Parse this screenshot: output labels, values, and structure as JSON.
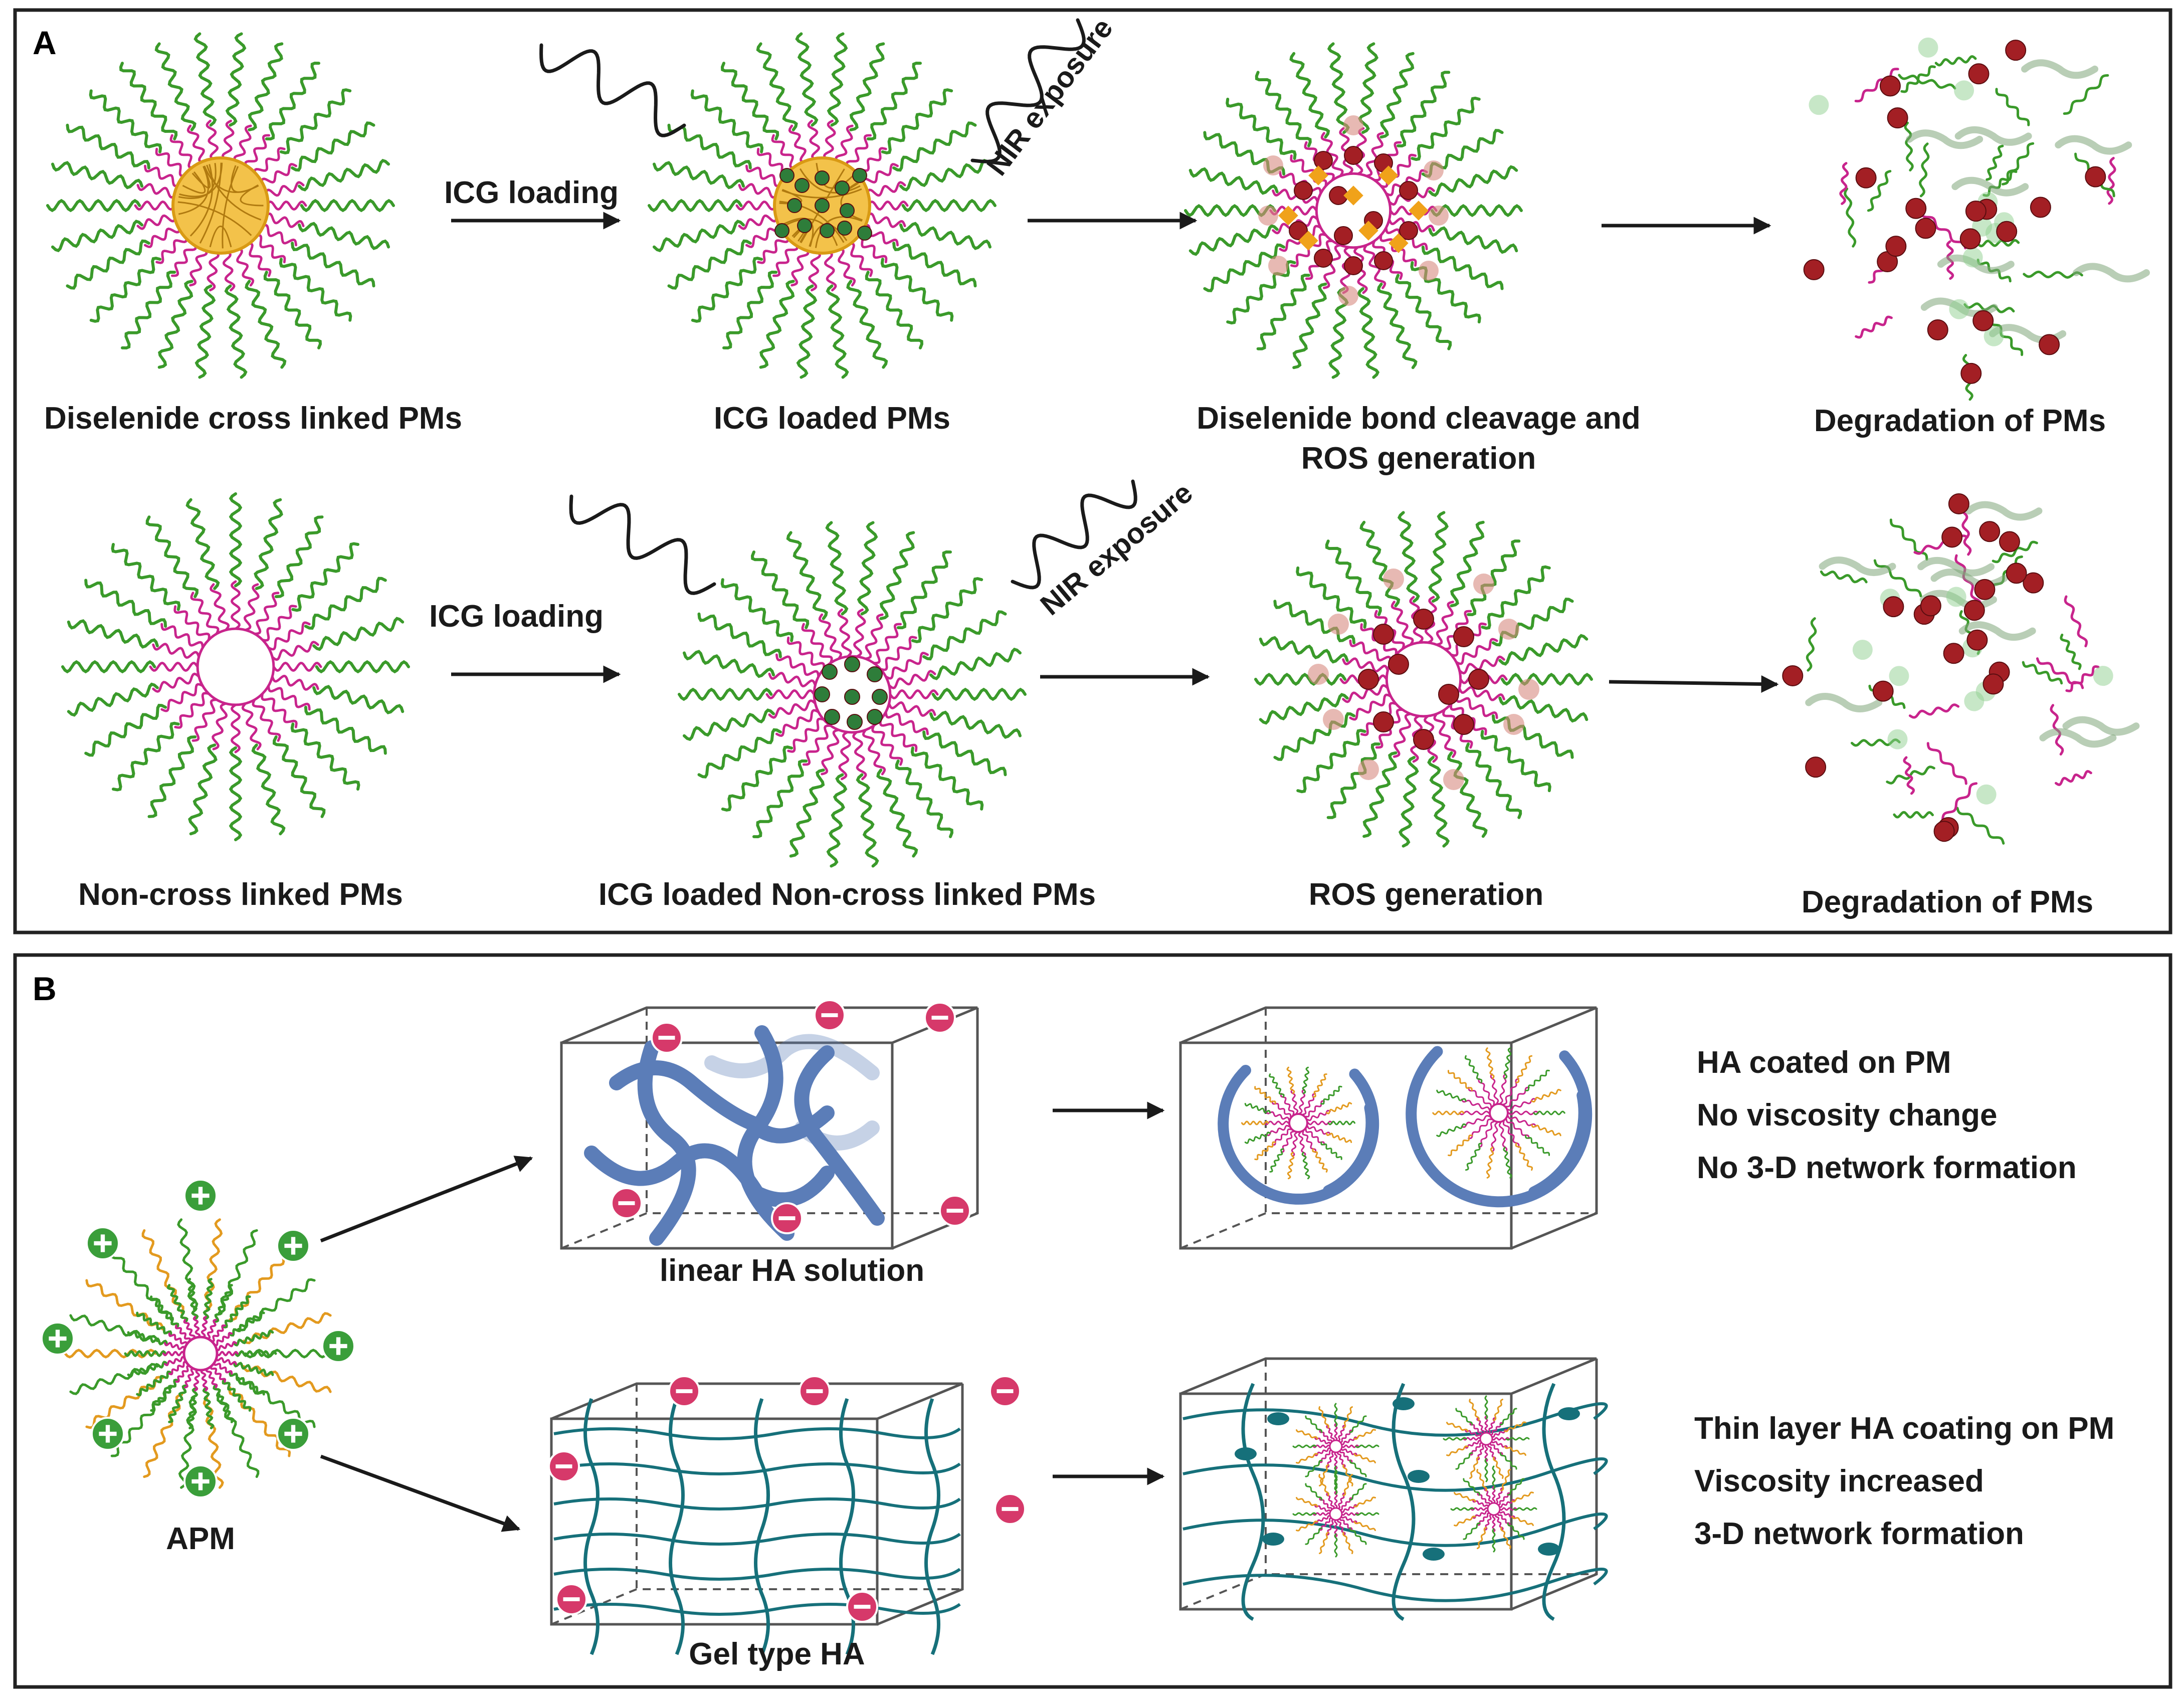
{
  "panel_a": {
    "letter": "A",
    "row1": {
      "labels": [
        "Diselenide cross linked PMs",
        "ICG loaded PMs",
        "Diselenide bond cleavage and",
        "ROS generation",
        "Degradation of PMs"
      ],
      "arrow_label": "ICG loading",
      "nir_label": "NIR exposure"
    },
    "row2": {
      "labels": [
        "Non-cross linked PMs",
        "ICG loaded Non-cross linked PMs",
        "ROS generation",
        "Degradation of PMs"
      ],
      "arrow_label": "ICG loading",
      "nir_label": "NIR exposure"
    }
  },
  "panel_b": {
    "letter": "B",
    "apm_label": "APM",
    "box1_label": "linear HA solution",
    "box3_label": "Gel type HA",
    "notes_top": [
      "HA coated on PM",
      "No viscosity change",
      "No 3-D network formation"
    ],
    "notes_bottom": [
      "Thin layer HA coating on PM",
      "Viscosity increased",
      "3-D network formation"
    ]
  },
  "colors": {
    "shell": "#3a9a2a",
    "core": "#c8248c",
    "crosslink": "#d99a14",
    "icg": "#2e7d3a",
    "ros": "#a31f24",
    "ha_linear": "#5b7db8",
    "ha_gel": "#16707a",
    "charge_neg": "#d6396a",
    "charge_pos": "#3a9e3a",
    "apm_orange": "#e39a1f"
  }
}
